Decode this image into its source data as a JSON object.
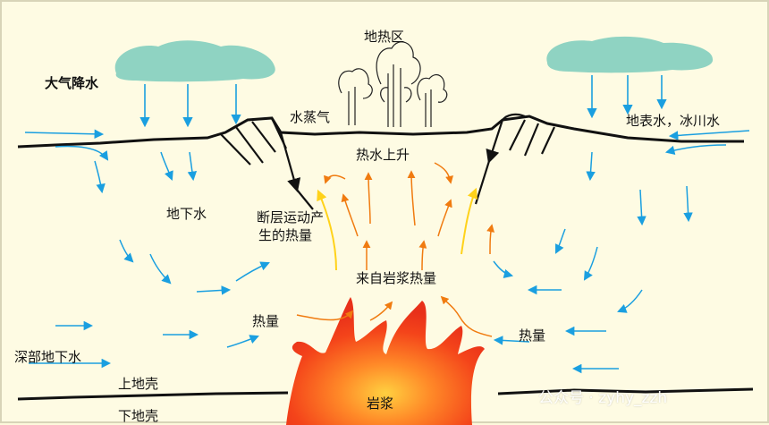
{
  "labels": {
    "geothermal_zone": "地热区",
    "precipitation": "大气降水",
    "steam": "水蒸气",
    "surface_water": "地表水，冰川水",
    "hot_water_rising": "热水上升",
    "groundwater": "地下水",
    "fault_heat_line1": "断层运动产",
    "fault_heat_line2": "生的热量",
    "magma_heat": "来自岩浆热量",
    "heat_left": "热量",
    "heat_right": "热量",
    "deep_groundwater": "深部地下水",
    "upper_crust": "上地壳",
    "lower_crust": "下地壳",
    "magma": "岩浆"
  },
  "watermark": {
    "text": "公众号 · zyhy_zzh"
  },
  "colors": {
    "water_arrow": "#1a9fe0",
    "cloud": "#8fd3c2",
    "magma_outer": "#f4441a",
    "magma_inner": "#ff8c2a",
    "heat_orange": "#f07b10",
    "heat_yellow": "#ffd21a",
    "ground_line": "#111111",
    "background": "#fefbe3"
  }
}
